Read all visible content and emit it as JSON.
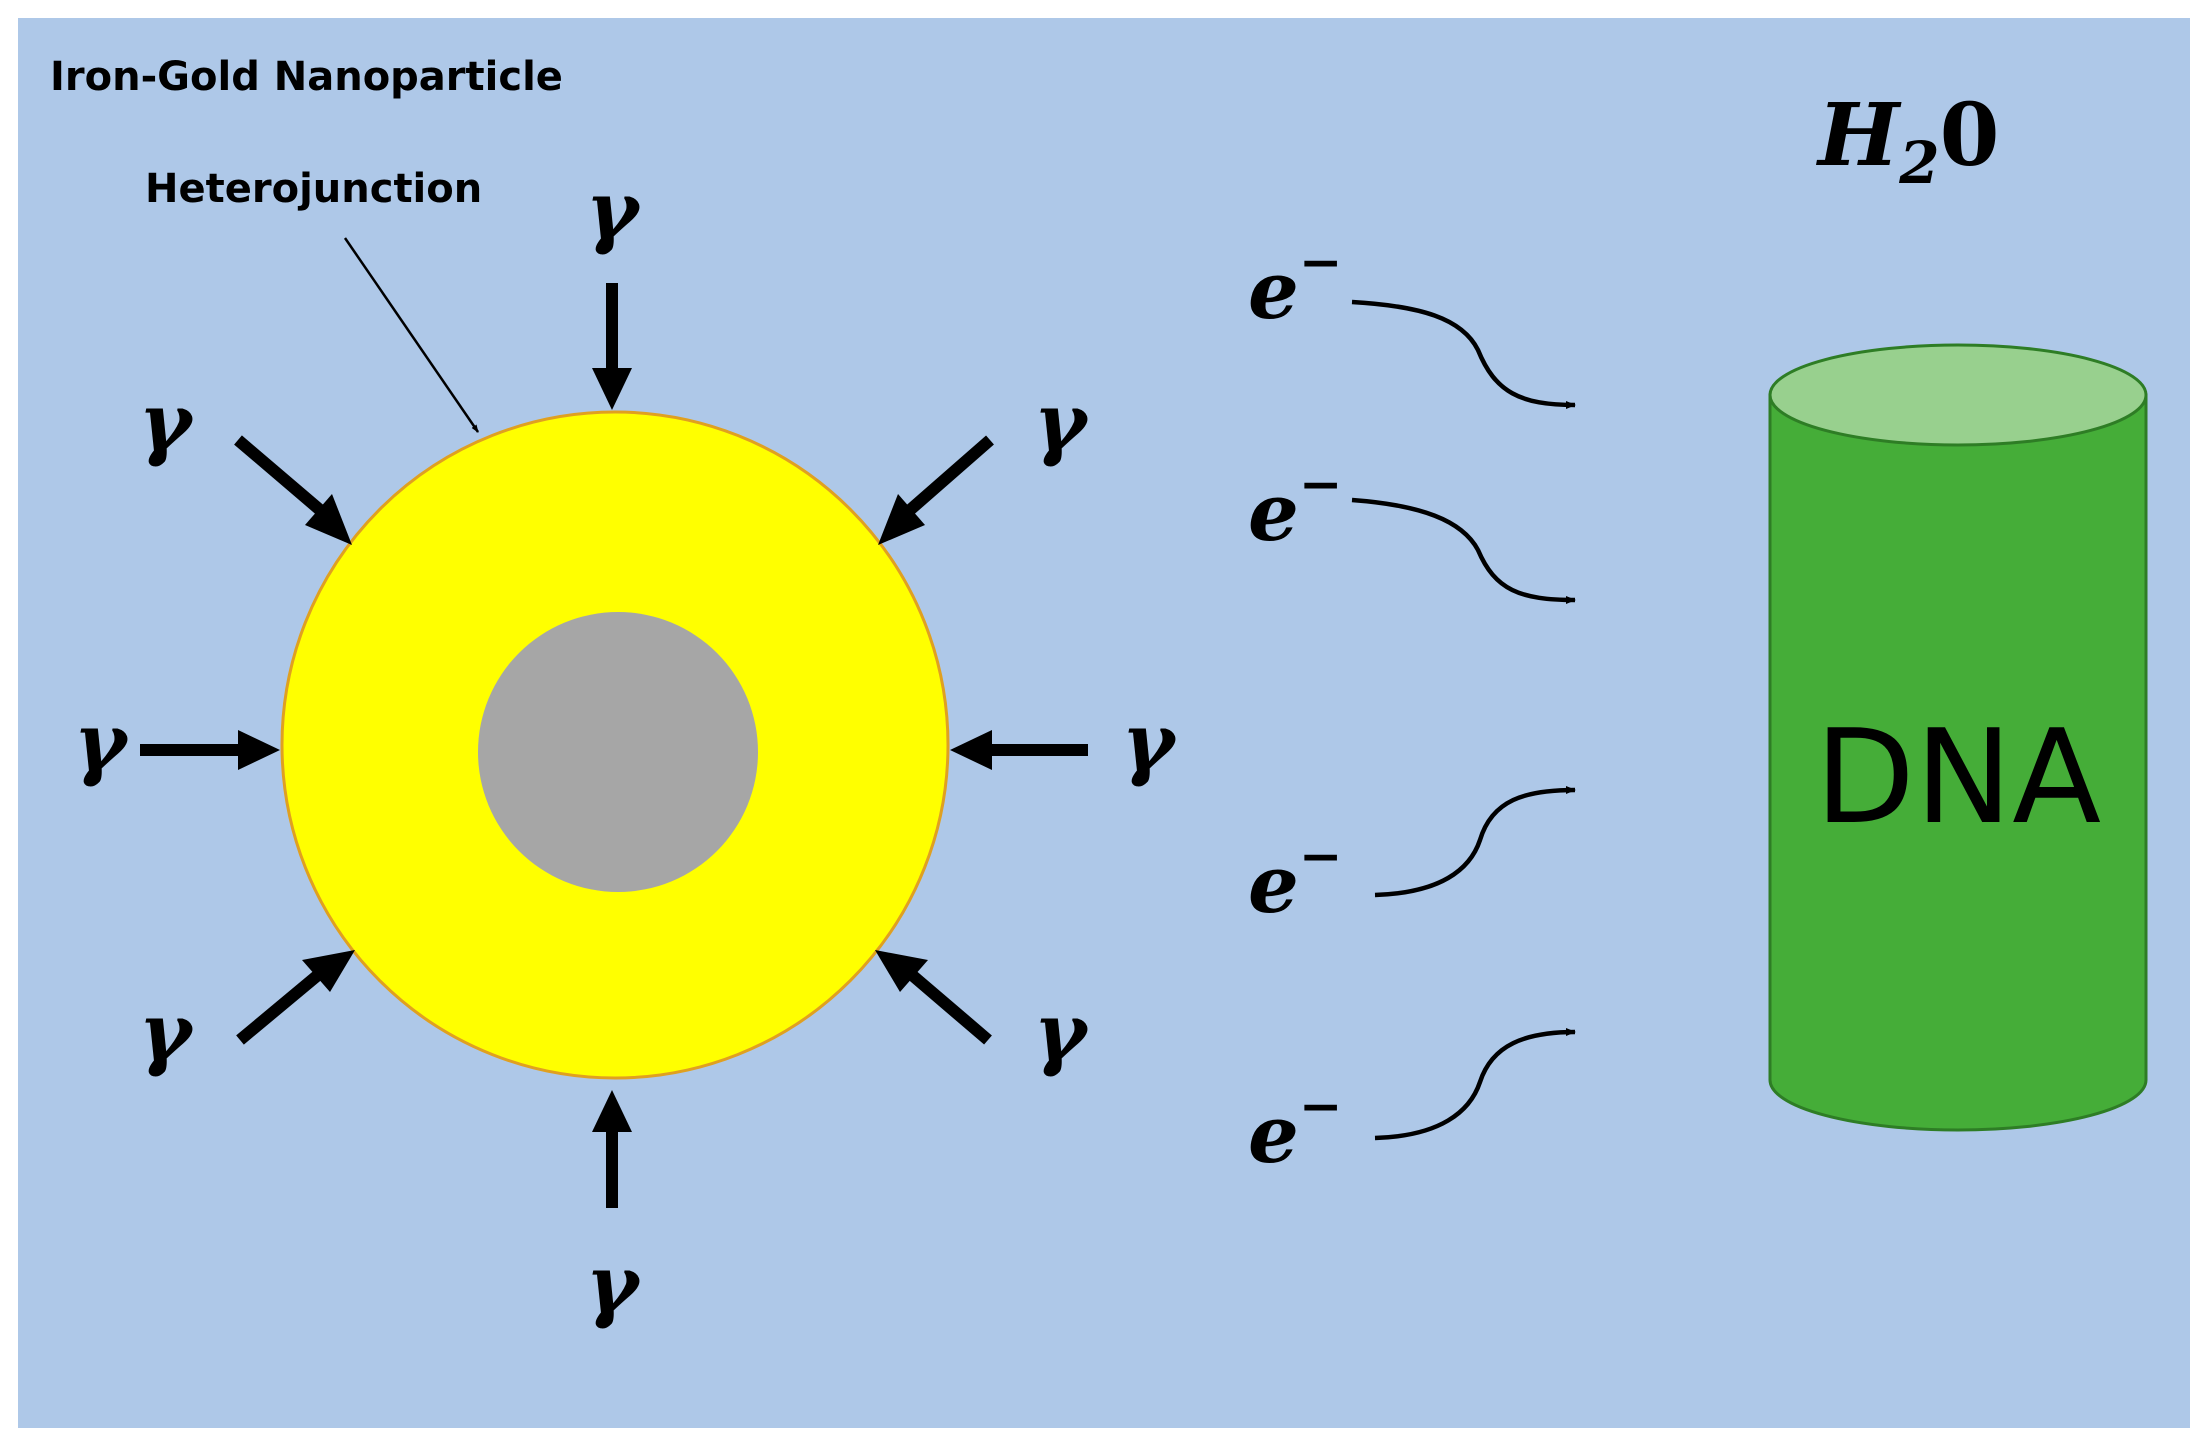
{
  "labels": {
    "title": "Iron-Gold Nanoparticle",
    "heterojunction": "Heterojunction",
    "water_main": "H",
    "water_sub": "2",
    "water_end": "0",
    "dna": "DNA"
  },
  "symbols": {
    "gamma": "γ",
    "electron": "e",
    "electron_sup": "−"
  },
  "colors": {
    "background": "#aec8e8",
    "gold_shell": "#ffff00",
    "shell_edge": "#e0a020",
    "iron_core": "#a6a6a6",
    "dna_body": "#45ad38",
    "dna_top": "#98d08e",
    "ink": "#000000"
  }
}
